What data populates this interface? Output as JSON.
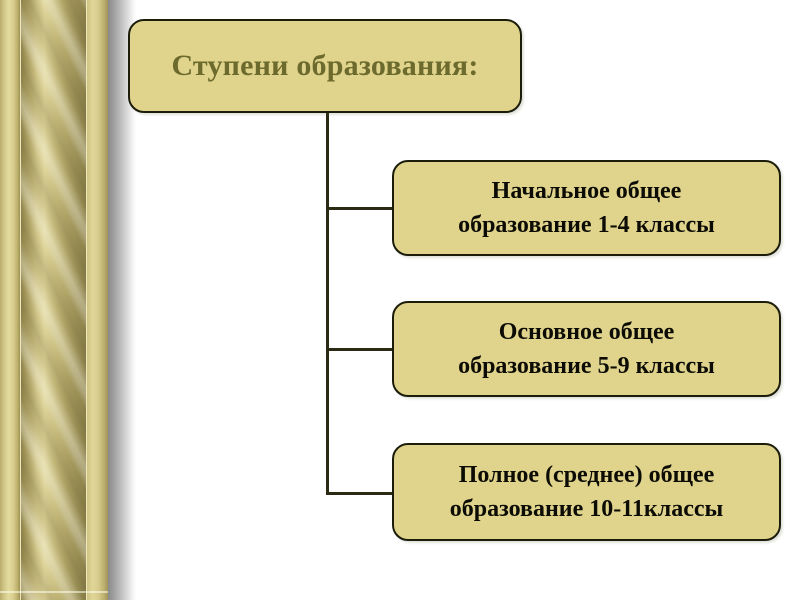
{
  "slide": {
    "background_color": "#ffffff",
    "box_fill_color": "#e0d48d",
    "box_border_color": "#1c1c0a",
    "title_text_color": "#6c6a2c",
    "body_text_color": "#0c0c05",
    "connector_color": "#2b2a12",
    "column_gold_color": "#cfc487",
    "column_shadow_color": "#8a8a8a"
  },
  "diagram": {
    "type": "tree",
    "title_node": {
      "id": "node-title",
      "label": "Ступени образования:"
    },
    "child_nodes": [
      {
        "id": "node-primary",
        "label": "Начальное общее\nобразование 1-4 классы"
      },
      {
        "id": "node-basic",
        "label": "Основное общее\nобразование 5-9 классы"
      },
      {
        "id": "node-secondary",
        "label": "Полное (среднее) общее\nобразование 10-11классы"
      }
    ]
  }
}
